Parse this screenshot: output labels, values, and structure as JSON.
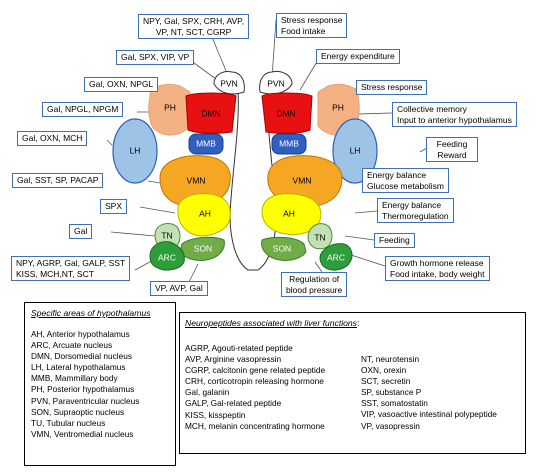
{
  "regions": [
    {
      "id": "PVN-left",
      "label": "PVN",
      "color": "#ffffff"
    },
    {
      "id": "PVN-right",
      "label": "PVN",
      "color": "#ffffff"
    },
    {
      "id": "PH-left",
      "label": "PH",
      "color": "#f4b183"
    },
    {
      "id": "PH-right",
      "label": "PH",
      "color": "#f4b183"
    },
    {
      "id": "DMN-left",
      "label": "DMN",
      "color": "#e81010"
    },
    {
      "id": "DMN-right",
      "label": "DMN",
      "color": "#e81010"
    },
    {
      "id": "MMB-left",
      "label": "MMB",
      "color": "#2f5fbf"
    },
    {
      "id": "MMB-right",
      "label": "MMB",
      "color": "#2f5fbf"
    },
    {
      "id": "LH-left",
      "label": "LH",
      "color": "#9dc3e6"
    },
    {
      "id": "LH-right",
      "label": "LH",
      "color": "#9dc3e6"
    },
    {
      "id": "VMN-left",
      "label": "VMN",
      "color": "#f5a623"
    },
    {
      "id": "VMN-right",
      "label": "VMN",
      "color": "#f5a623"
    },
    {
      "id": "AH-left",
      "label": "AH",
      "color": "#ffff00"
    },
    {
      "id": "AH-right",
      "label": "AH",
      "color": "#ffff00"
    },
    {
      "id": "TN-left",
      "label": "TN",
      "color": "#c5e0b4"
    },
    {
      "id": "TN-right",
      "label": "TN",
      "color": "#c5e0b4"
    },
    {
      "id": "SON-left",
      "label": "SON",
      "color": "#70ad47"
    },
    {
      "id": "SON-right",
      "label": "SON",
      "color": "#70ad47"
    },
    {
      "id": "ARC-left",
      "label": "ARC",
      "color": "#2e9e3a"
    },
    {
      "id": "ARC-right",
      "label": "ARC",
      "color": "#2e9e3a"
    }
  ],
  "left_callouts": {
    "pvn": [
      "NPY, Gal, SPX, CRH, AVP,",
      "VP, NT, SCT, CGRP"
    ],
    "gal_spx_vip": [
      "Gal, SPX, VIP, VP"
    ],
    "gal_oxn_npgl": [
      "Gal, OXN, NPGL"
    ],
    "gal_npgl_npgm": [
      "Gal, NPGL, NPGM"
    ],
    "gal_oxn_mch": [
      "Gal, OXN, MCH"
    ],
    "gal_sst": [
      "Gal, SST, SP, PACAP"
    ],
    "spx": [
      "SPX"
    ],
    "gal": [
      "Gal"
    ],
    "arc": [
      "NPY, AGRP, Gal, GALP, SST",
      "KISS, MCH,NT, SCT"
    ],
    "son": [
      "VP, AVP, Gal"
    ]
  },
  "right_callouts": {
    "stress_food": [
      "Stress response",
      "Food intake"
    ],
    "energy_exp": [
      "Energy expenditure"
    ],
    "stress": [
      "Stress response"
    ],
    "memory": [
      "Collective memory",
      "Input to anterior hypothalamus"
    ],
    "feeding_reward": [
      "Feeding",
      "Reward"
    ],
    "energy_glucose": [
      "Energy balance",
      "Glucose metabolism"
    ],
    "energy_thermo": [
      "Energy balance",
      "Thermoregulation"
    ],
    "feeding": [
      "Feeding"
    ],
    "growth": [
      "Growth hormone release",
      "Food intake, body weight"
    ],
    "blood_pressure": [
      "Regulation of",
      "blood pressure"
    ]
  },
  "areas_legend": {
    "title": "Specific areas of hypothalamus",
    "items": [
      "AH, Anterior hypothalamus",
      "ARC, Arcuate nucleus",
      "DMN, Dorsomedial nucleus",
      "LH, Lateral hypothalamus",
      "MMB, Mammillary body",
      "PH, Posterior hypothalamus",
      "PVN, Paraventricular nucleus",
      "SON, Supraoptic nucleus",
      "TU, Tubular nucleus",
      "VMN, Ventromedial nucleus"
    ]
  },
  "neuropeptides_legend": {
    "title": "Neuropeptides associated with liver functions",
    "title_suffix": ":",
    "left_items": [
      "AGRP, Agouti-related peptide",
      "AVP, Arginine vasopressin",
      "CGRP, calcitonin gene related peptide",
      "CRH, corticotropin releasing hormone",
      "Gal, galanin",
      "GALP, Gal-related peptide",
      "KISS, kisspeptin",
      "MCH, melanin concentrating hormone"
    ],
    "right_items": [
      "NT, neurotensin",
      "OXN, orexin",
      "SCT, secretin",
      "SP, substance P",
      "SST, somatostatin",
      "VIP, vasoactive intestinal polypeptide",
      "VP, vasopressin"
    ]
  }
}
